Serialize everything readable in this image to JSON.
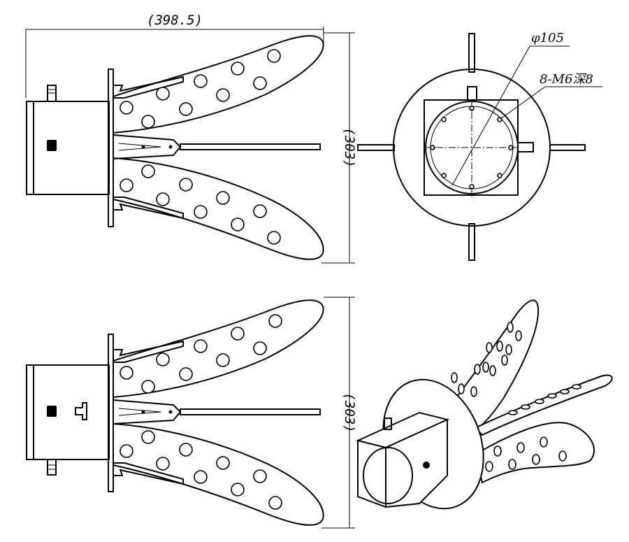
{
  "dimensions": {
    "overall_length": "(398.5)",
    "height_front": "(303)",
    "height_bottom": "(303)",
    "pitch_circle": "φ105",
    "bolt_note": "8-M6深8"
  }
}
